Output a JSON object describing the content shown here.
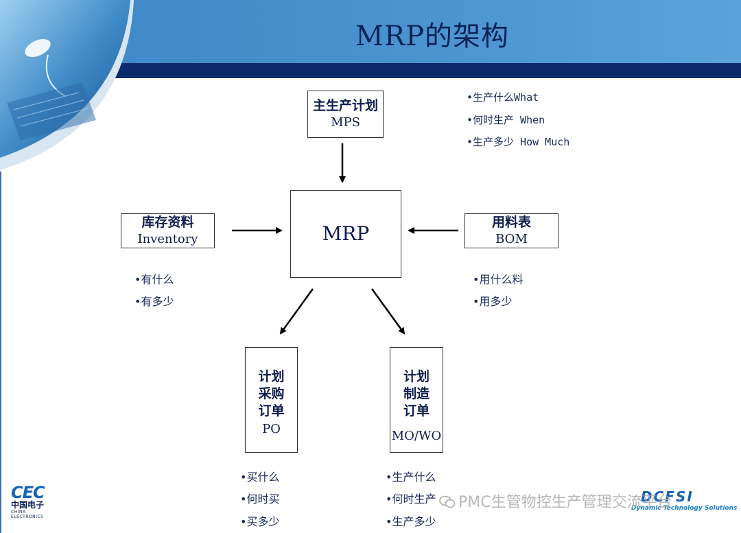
{
  "title": "MRP的架构",
  "nodes": {
    "mps": {
      "cn": "主生产计划",
      "en": "MPS"
    },
    "inventory": {
      "cn": "库存资料",
      "en": "Inventory"
    },
    "mrp": {
      "cn": "MRP"
    },
    "bom": {
      "cn": "用料表",
      "en": "BOM"
    },
    "po": {
      "lines": [
        "计划",
        "采购",
        "订单",
        "PO"
      ]
    },
    "mo": {
      "lines": [
        "计划",
        "制造",
        "订单",
        "MO/WO"
      ]
    }
  },
  "notes": {
    "mps": [
      "•生产什么What",
      "•何时生产 When",
      "•生产多少 How Much"
    ],
    "inventory": [
      "•有什么",
      "•有多少"
    ],
    "bom": [
      "•用什么料",
      "•用多少"
    ],
    "po": [
      "•买什么",
      "•何时买",
      "•买多少"
    ],
    "mo": [
      "•生产什么",
      "•何时生产",
      "•生产多少"
    ]
  },
  "logos": {
    "cec_mark": "CEC",
    "cec_cn": "中国电子",
    "cec_en": "CHINA ELECTRONICS",
    "dts_name": "DCFSI",
    "dts_tag": "Dynamic Technology Solutions"
  },
  "watermark": "PMC生管物控生产管理交流平台",
  "colors": {
    "header": "#4a93d0",
    "stripe": "#0d2a6b",
    "text": "#0d1d4d"
  }
}
